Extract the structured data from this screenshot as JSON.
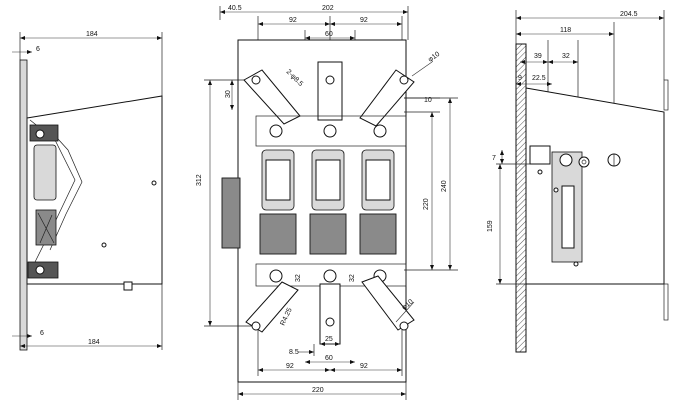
{
  "drawing": {
    "views": {
      "side_left": {
        "width_top": "184",
        "width_bottom": "184",
        "offset_top": "6",
        "offset_bottom": "6"
      },
      "front": {
        "overall_top": "202",
        "left_offset": "40.5",
        "span_left": "92",
        "span_right": "92",
        "span_center": "60",
        "bar_width": "30",
        "hole_top": "2-φ8.5",
        "hole_diam_top": "φ10",
        "height_total": "312",
        "height_30": "30",
        "height_10": "10",
        "height_240": "240",
        "height_220": "220",
        "radius": "R4.25",
        "hole_diam_bottom": "φ10",
        "dim_8_5": "8.5",
        "dim_25": "25",
        "dim_60_bottom": "60",
        "span_left_bottom": "92",
        "span_right_bottom": "92",
        "width_bottom": "220",
        "small_left": "32",
        "small_right": "32"
      },
      "side_right": {
        "overall": "204.5",
        "depth": "118",
        "dim_39": "39",
        "dim_32": "32",
        "dim_9": "9",
        "dim_22_5": "22.5",
        "dim_7": "7",
        "height_159": "159"
      }
    }
  }
}
